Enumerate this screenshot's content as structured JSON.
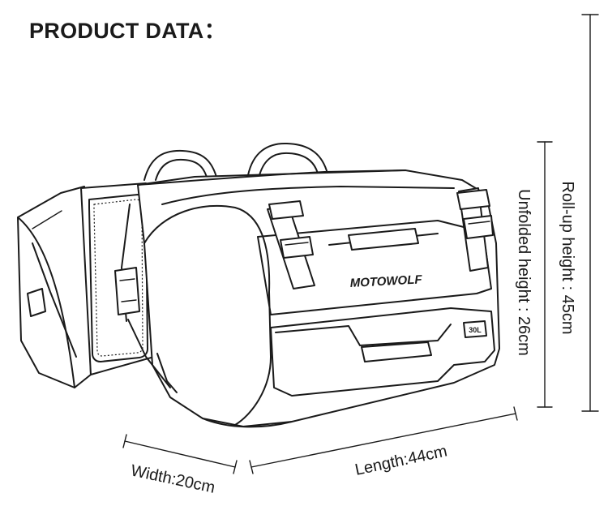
{
  "heading": "PRODUCT DATA：",
  "brand": "MOTOWOLF",
  "capacity_label": "30L",
  "dimensions": {
    "width": "Width:20cm",
    "length": "Length:44cm",
    "unfolded_height": "Unfolded height : 26cm",
    "rollup_height": "Roll-up height : 45cm"
  }
}
